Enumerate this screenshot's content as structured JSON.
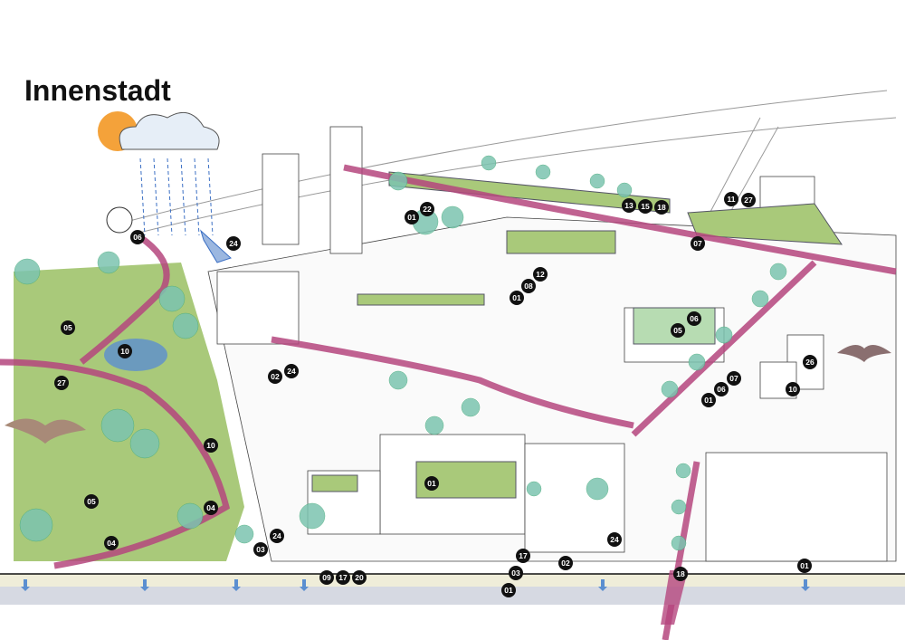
{
  "title": "Innenstadt",
  "colors": {
    "park": "#a9c97a",
    "path": "#b5467e",
    "tree": "#7cc4b0",
    "ground": "#efedd9",
    "subsoil": "#d6d9e2",
    "water": "#5b8fd0",
    "sun": "#f4a23a"
  },
  "icons": [
    "sun-icon",
    "cloud-icon",
    "rain-icon",
    "train-station-icon",
    "infiltration-arrow-icon",
    "owl-icon",
    "bat-icon"
  ],
  "markers": [
    "06",
    "24",
    "05",
    "10",
    "27",
    "02",
    "24",
    "10",
    "05",
    "04",
    "04",
    "03",
    "24",
    "01",
    "22",
    "13",
    "15",
    "18",
    "11",
    "27",
    "07",
    "12",
    "08",
    "01",
    "05",
    "06",
    "26",
    "07",
    "06",
    "01",
    "10",
    "01",
    "24",
    "02",
    "17",
    "03",
    "01",
    "09",
    "17",
    "20",
    "18",
    "01"
  ]
}
